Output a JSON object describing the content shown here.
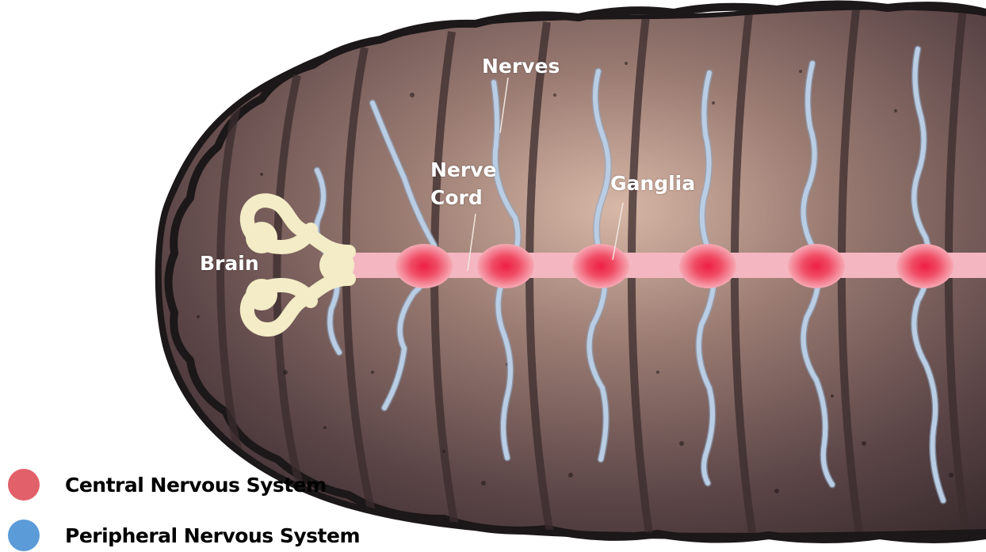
{
  "labels": {
    "nerves": "Nerves",
    "nerve_cord_line1": "Nerve",
    "nerve_cord_line2": "Cord",
    "ganglia": "Ganglia",
    "brain": "Brain"
  },
  "legend": [
    {
      "label": "Central Nervous System",
      "color": "#e2606a"
    },
    {
      "label": "Peripheral Nervous System",
      "color": "#5b9bd8"
    }
  ],
  "colors": {
    "body_outline": "#1c1718",
    "body_fill": "#5a4446",
    "body_highlight": "#d9b9a8",
    "nerve_cord": "#f4b6c0",
    "ganglion_core": "#ee2048",
    "nerve": "#b4cbe4",
    "brain": "#f3ecc6"
  }
}
